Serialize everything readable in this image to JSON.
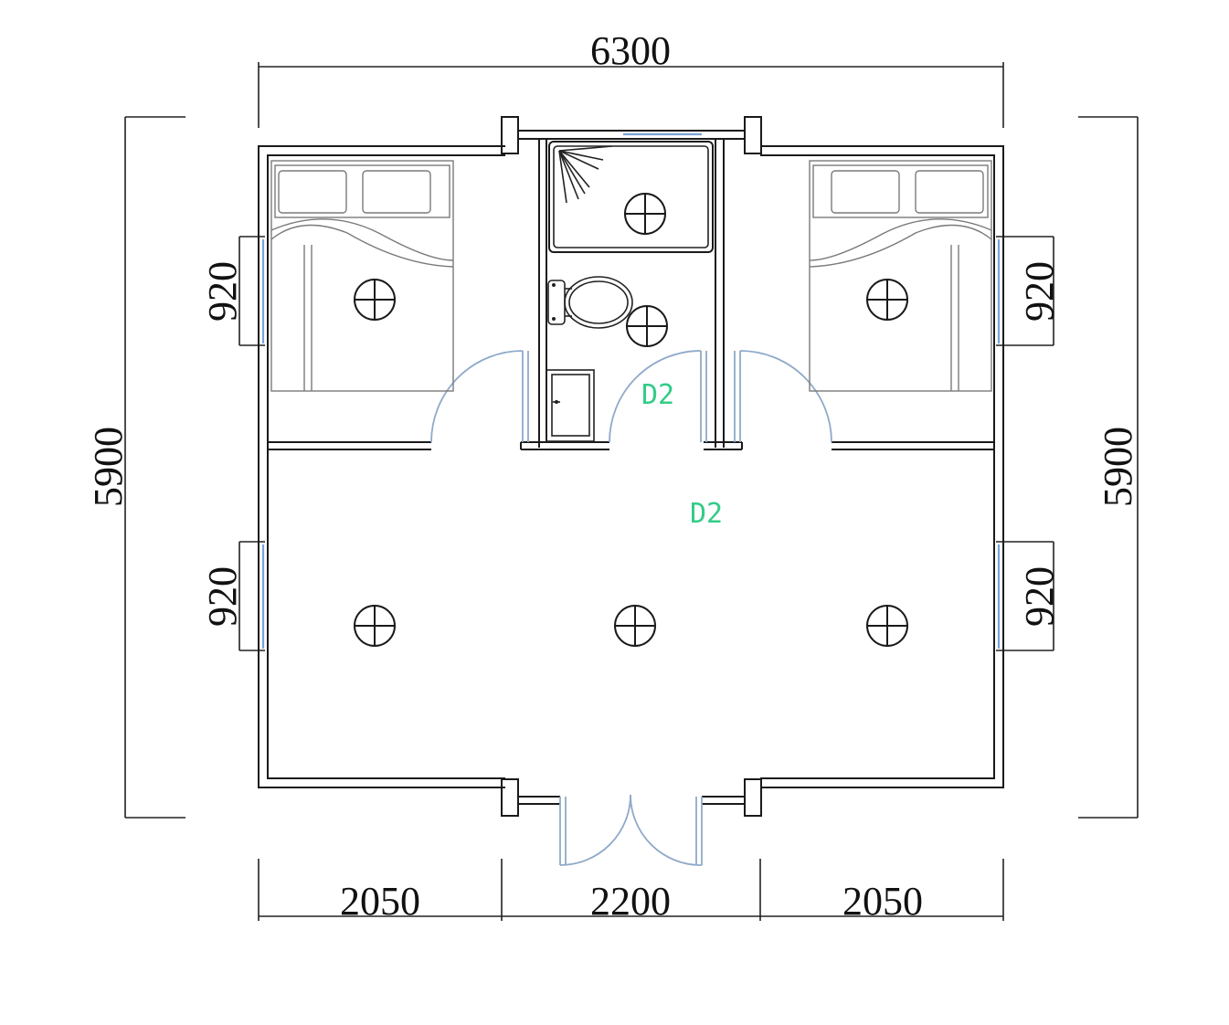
{
  "plan": {
    "dimensions": {
      "top_total": "6300",
      "left_total": "5900",
      "right_total": "5900",
      "bottom_left": "2050",
      "bottom_middle": "2200",
      "bottom_right": "2050",
      "window_left_upper": "920",
      "window_left_lower": "920",
      "window_right_upper": "920",
      "window_right_lower": "920"
    },
    "door_tags": {
      "bathroom_door": "D2",
      "right_bedroom_door": "D2"
    },
    "colors": {
      "line": "#1a1a1a",
      "furniture": "#7a7a7a",
      "window": "#7aa3d6",
      "door_arc": "#8fa9c9",
      "door_tag": "#33cc88"
    },
    "icons": {
      "light_fixture": "circle-cross-icon",
      "shower_head": "shower-head-icon",
      "toilet": "toilet-icon",
      "sink": "sink-icon",
      "bed": "double-bed-icon"
    }
  }
}
